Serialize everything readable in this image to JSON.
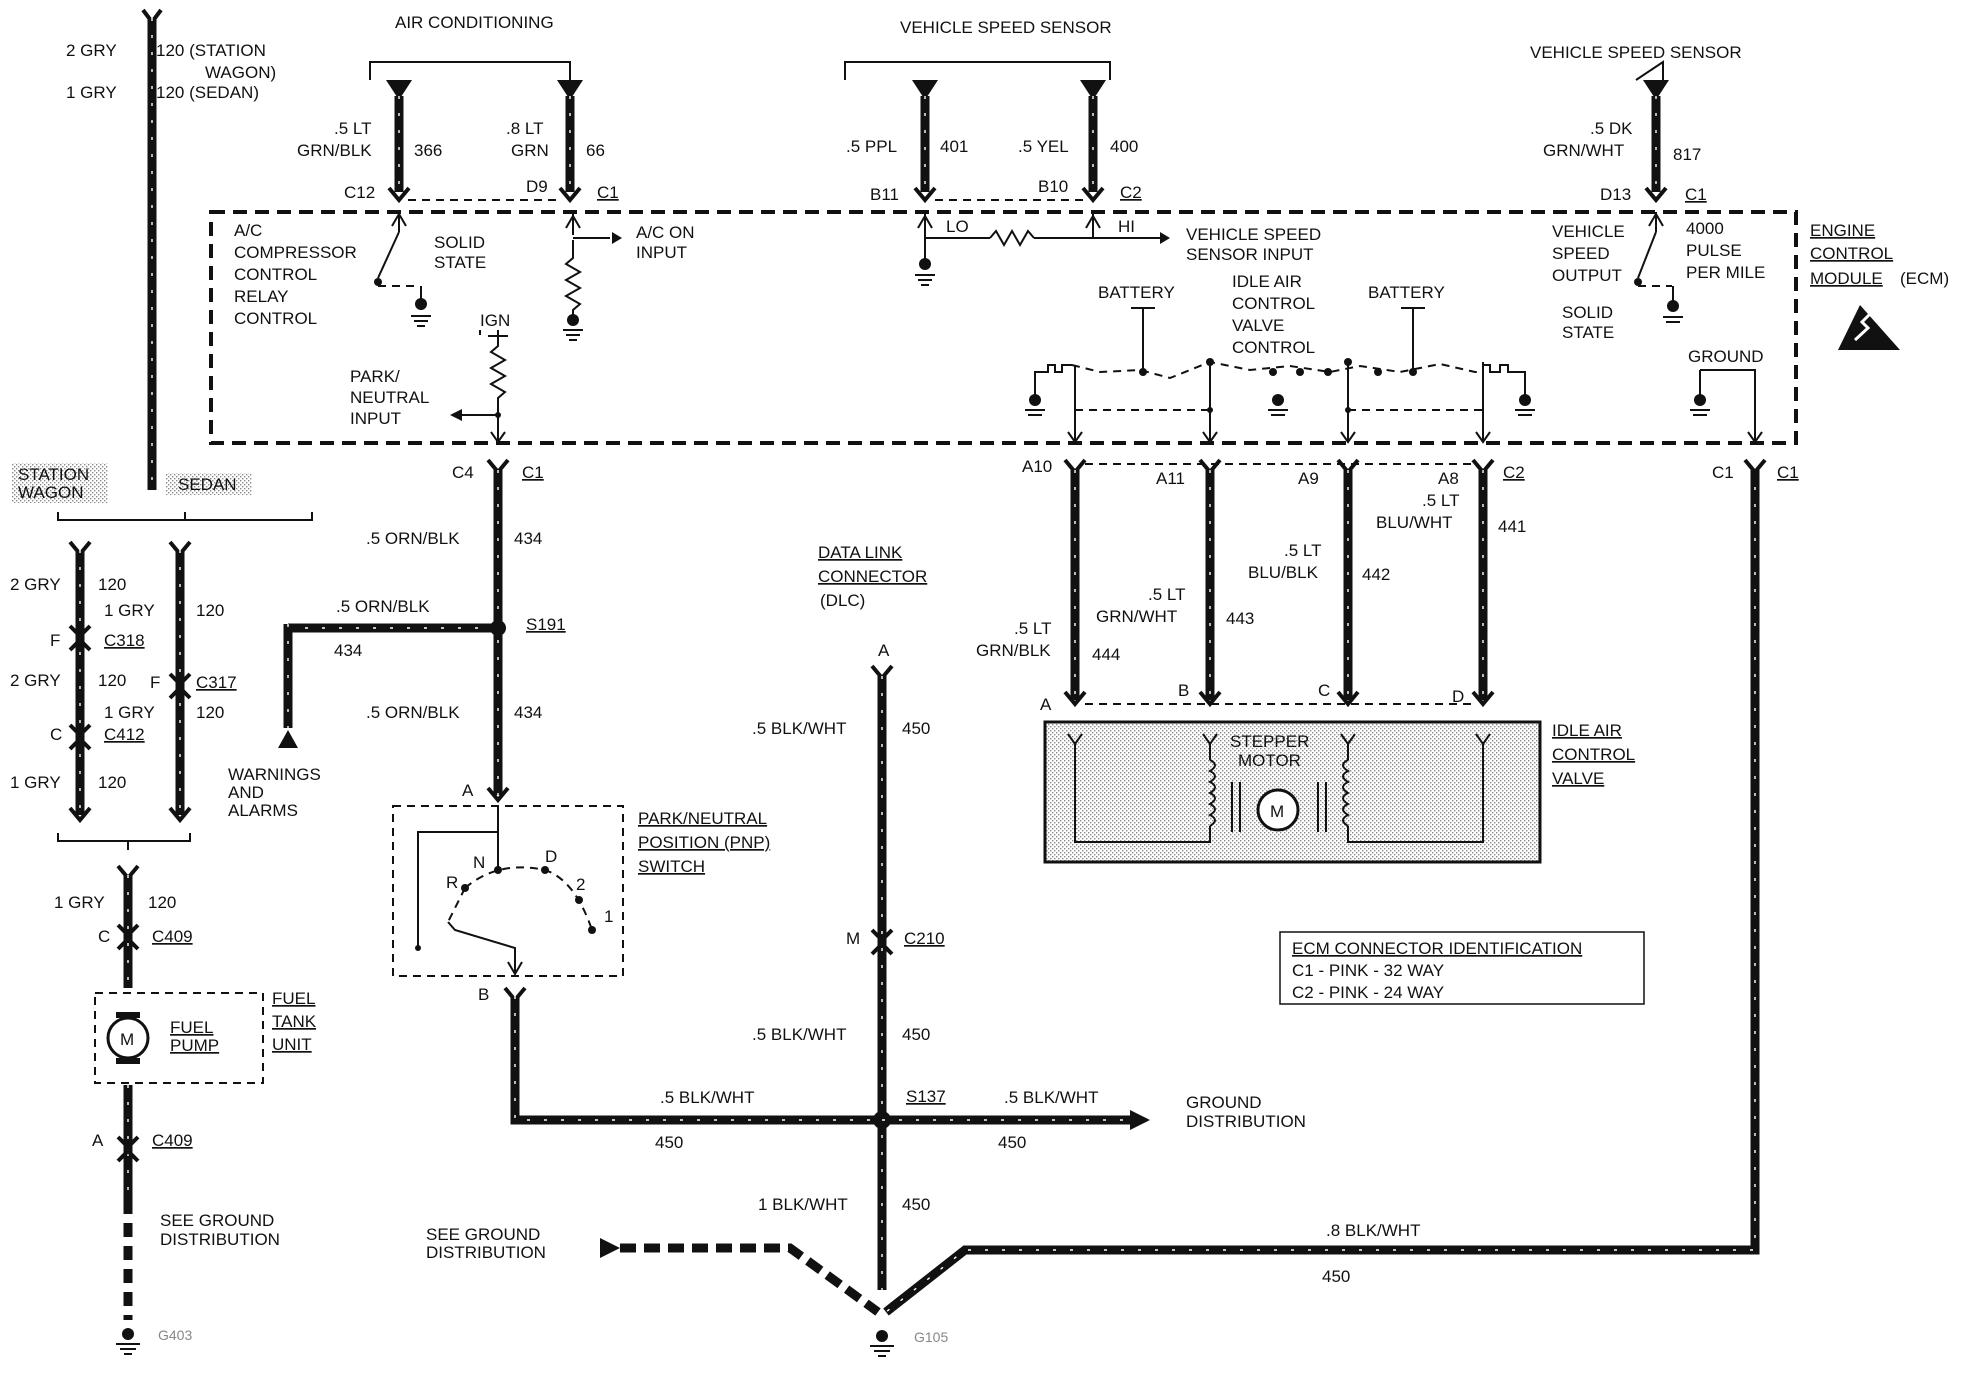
{
  "colors": {
    "ink": "#111111",
    "shade": "#dcdcdc"
  },
  "top": {
    "ac_title": "AIR CONDITIONING",
    "vss1_title": "VEHICLE SPEED SENSOR",
    "vss2_title": "VEHICLE SPEED SENSOR",
    "w366_size": ".5 LT",
    "w366_color": "GRN/BLK",
    "w366_num": "366",
    "w66_size": ".8 LT",
    "w66_color": "GRN",
    "w66_num": "66",
    "w401": ".5 PPL",
    "w401_num": "401",
    "w400": ".5 YEL",
    "w400_num": "400",
    "w817_size": ".5 DK",
    "w817_color": "GRN/WHT",
    "w817_num": "817",
    "pin_c12": "C12",
    "pin_d9": "D9",
    "conn_c1a": "C1",
    "pin_b11": "B11",
    "pin_b10": "B10",
    "conn_c2a": "C2",
    "pin_d13": "D13",
    "conn_c1b": "C1"
  },
  "left": {
    "w120_sw_gauge": "2 GRY",
    "w120_sw": "120 (STATION",
    "w120_sw2": "WAGON)",
    "w120_sed_gauge": "1 GRY",
    "w120_sed": "120 (SEDAN)",
    "station": "STATION",
    "wagon": "WAGON",
    "sedan": "SEDAN",
    "a_gauge": "2 GRY",
    "a_num": "120",
    "b_gauge": "1 GRY",
    "b_num": "120",
    "pin_f1": "F",
    "c318": "C318",
    "pin_f2": "F",
    "c317": "C317",
    "c_gauge": "2 GRY",
    "c_num": "120",
    "d_gauge": "1 GRY",
    "d_num": "120",
    "pin_c": "C",
    "c412": "C412",
    "e_gauge": "1 GRY",
    "e_num": "120",
    "f_gauge": "1 GRY",
    "f_num": "120",
    "pin_c2": "C",
    "c409a": "C409",
    "fuel1": "FUEL",
    "fuel2": "PUMP",
    "tank1": "FUEL",
    "tank2": "TANK",
    "tank3": "UNIT",
    "motor": "M",
    "pin_a": "A",
    "c409b": "C409",
    "ground1": "SEE GROUND",
    "ground2": "DISTRIBUTION",
    "g403": "G403"
  },
  "ecm": {
    "ac1": "A/C",
    "ac2": "COMPRESSOR",
    "ac3": "CONTROL",
    "ac4": "RELAY",
    "ac5": "CONTROL",
    "solid1": "SOLID",
    "solid2": "STATE",
    "acon1": "A/C ON",
    "acon2": "INPUT",
    "ign": "IGN",
    "pn1": "PARK/",
    "pn2": "NEUTRAL",
    "pn3": "INPUT",
    "lo": "LO",
    "hi": "HI",
    "vssin1": "VEHICLE SPEED",
    "vssin2": "SENSOR INPUT",
    "battery1": "BATTERY",
    "battery2": "BATTERY",
    "iac1": "IDLE AIR",
    "iac2": "CONTROL",
    "iac3": "VALVE",
    "iac4": "CONTROL",
    "vsso1": "VEHICLE",
    "vsso2": "SPEED",
    "vsso3": "OUTPUT",
    "ppm1": "4000",
    "ppm2": "PULSE",
    "ppm3": "PER MILE",
    "ss1": "SOLID",
    "ss2": "STATE",
    "gnd": "GROUND",
    "name1": "ENGINE",
    "name2": "CONTROL",
    "name3": "MODULE",
    "name4": "(ECM)"
  },
  "mid": {
    "pin_c4": "C4",
    "conn_c1": "C1",
    "w434a_label": ".5 ORN/BLK",
    "w434a_num": "434",
    "w434b_label": ".5 ORN/BLK",
    "w434b_num": "434",
    "s191": "S191",
    "w434c_label": ".5 ORN/BLK",
    "w434c_num": "434",
    "warn1": "WARNINGS",
    "warn2": "AND",
    "warn3": "ALARMS",
    "pin_a": "A",
    "pin_b": "B",
    "pnp1": "PARK/NEUTRAL",
    "pnp2": "POSITION (PNP)",
    "pnp3": "SWITCH",
    "g_r": "R",
    "g_n": "N",
    "g_d": "D",
    "g_2": "2",
    "g_1": "1",
    "dlc1": "DATA LINK",
    "dlc2": "CONNECTOR",
    "dlc3": "(DLC)",
    "dlc_pin": "A",
    "w450a_label": ".5 BLK/WHT",
    "w450a_num": "450",
    "pin_m": "M",
    "c210": "C210",
    "w450b_label": ".5 BLK/WHT",
    "w450b_num": "450",
    "w450c_label": ".5 BLK/WHT",
    "w450c_num": "450",
    "s137": "S137",
    "w450d_label": ".5 BLK/WHT",
    "w450d_num": "450",
    "gd1": "GROUND",
    "gd2": "DISTRIBUTION",
    "w450e_label": "1 BLK/WHT",
    "w450e_num": "450",
    "sg1": "SEE GROUND",
    "sg2": "DISTRIBUTION",
    "w450f_label": ".8 BLK/WHT",
    "w450f_num": "450",
    "g105": "G105"
  },
  "iac": {
    "pin_a10": "A10",
    "pin_a11": "A11",
    "pin_a9": "A9",
    "pin_a8": "A8",
    "conn_c2": "C2",
    "w444_size": ".5 LT",
    "w444_color": "GRN/BLK",
    "w444_num": "444",
    "w443_size": ".5 LT",
    "w443_color": "GRN/WHT",
    "w443_num": "443",
    "w442_size": ".5 LT",
    "w442_color": "BLU/BLK",
    "w442_num": "442",
    "w441_size": ".5 LT",
    "w441_color": "BLU/WHT",
    "w441_num": "441",
    "pa": "A",
    "pb": "B",
    "pc": "C",
    "pd": "D",
    "motor1": "STEPPER",
    "motor2": "MOTOR",
    "motor_m": "M",
    "name1": "IDLE AIR",
    "name2": "CONTROL",
    "name3": "VALVE",
    "pin_c1": "C1",
    "conn_c1": "C1"
  },
  "ident": {
    "title": "ECM CONNECTOR IDENTIFICATION",
    "row1": "C1 - PINK - 32 WAY",
    "row2": "C2 - PINK - 24 WAY"
  }
}
